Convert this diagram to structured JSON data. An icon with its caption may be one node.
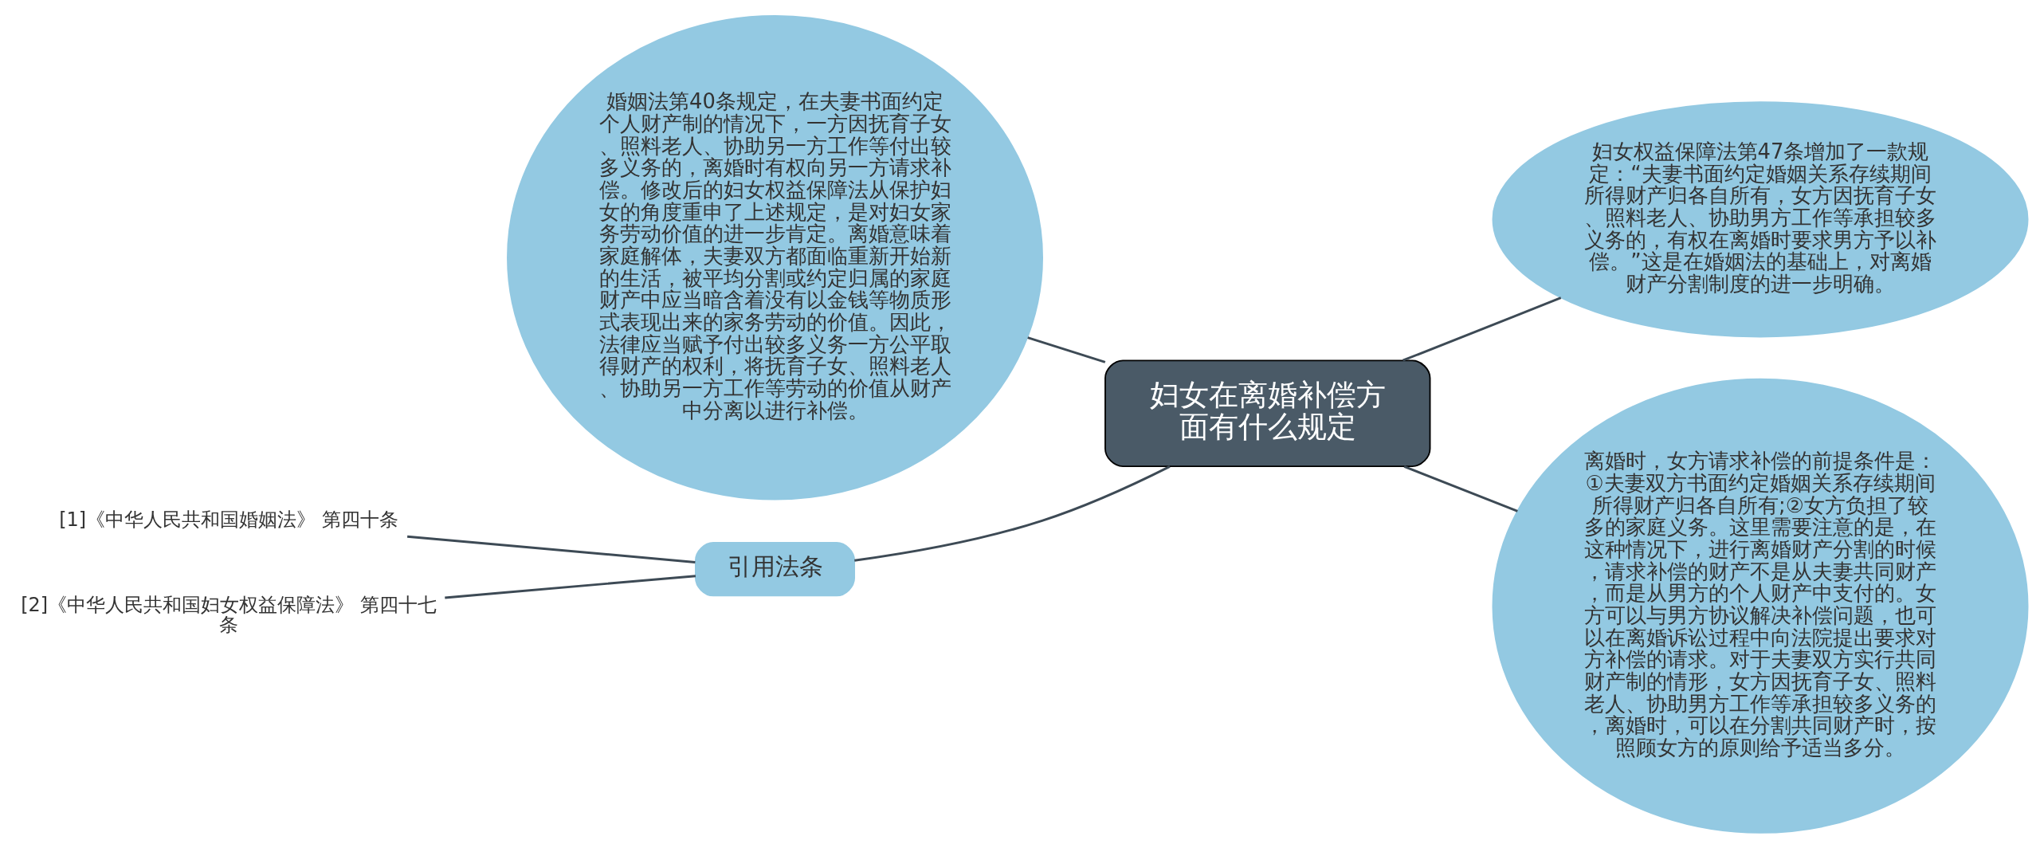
{
  "diagram": {
    "nodes": [
      {
        "text": [
          "妇女在离婚补偿方面有什么规定"
        ]
      },
      {
        "text": [
          "婚姻法第40条规定，在夫妻书面约定个人财产制的情况下，一方因抚育子女、照料老人、协助另一方工作等付出较多义务的，离婚时有权向另一方请求补偿。修改后的妇女权益保障法从保护妇女的角度重申了上述规定，是对妇女家务劳动价值的进一步肯定。离婚意味着家庭解体，夫妻双方都面临重新开始新的生活，被平均分割或约定归属的家庭财产中应当暗含着没有以金钱等物质形式表现出来的家务劳动的价值。因此，法律应当赋予付出较多义务一方公平取得财产的权利，将抚育子女、照料老人、协助另一方工作等劳动的价值从财产中分离以进行补偿。"
        ]
      },
      {
        "text": [
          "引用法条"
        ]
      },
      {
        "text": [
          "[1]《中华人民共和国婚姻法》 第四十条"
        ]
      },
      {
        "text": [
          "[2]《中华人民共和国妇女权益保障法》 第四十七条"
        ]
      },
      {
        "text": [
          "妇女权益保障法第47条增加了一款规定：“夫妻书面约定婚姻关系存续期间所得财产归各自所有，女方因抚育子女、照料老人、协助男方工作等承担较多义务的，有权在离婚时要求男方予以补偿。”这是在婚姻法的基础上，对离婚财产分割制度的进一步明确。"
        ]
      },
      {
        "text": [
          "离婚时，女方请求补偿的前提条件是：①夫妻双方书面约定婚姻关系存续期间所得财产归各自所有;②女方负担了较多的家庭义务。这里需要注意的是，在这种情况下，进行离婚财产分割的时候，请求补偿的财产不是从夫妻共同财产，而是从男方的个人财产中支付的。女方可以与男方协议解决补偿问题，也可以在离婚诉讼过程中向法院提出要求对方补偿的请求。对于夫妻双方实行共同财产制的情形，女方因抚育子女、照料老人、协助男方工作等承担较多义务的，离婚时，可以在分割共同财产时，按照顾女方的原则给予适当多分。"
        ]
      }
    ],
    "edges": [
      {
        "from": 0,
        "to": 1,
        "arrow": "none"
      },
      {
        "from": 0,
        "to": 2,
        "arrow": "none"
      },
      {
        "from": 0,
        "to": 5,
        "arrow": "none"
      },
      {
        "from": 0,
        "to": 6,
        "arrow": "none"
      },
      {
        "from": 2,
        "to": 3,
        "arrow": "none"
      },
      {
        "from": 2,
        "to": 4,
        "arrow": "none"
      }
    ]
  }
}
